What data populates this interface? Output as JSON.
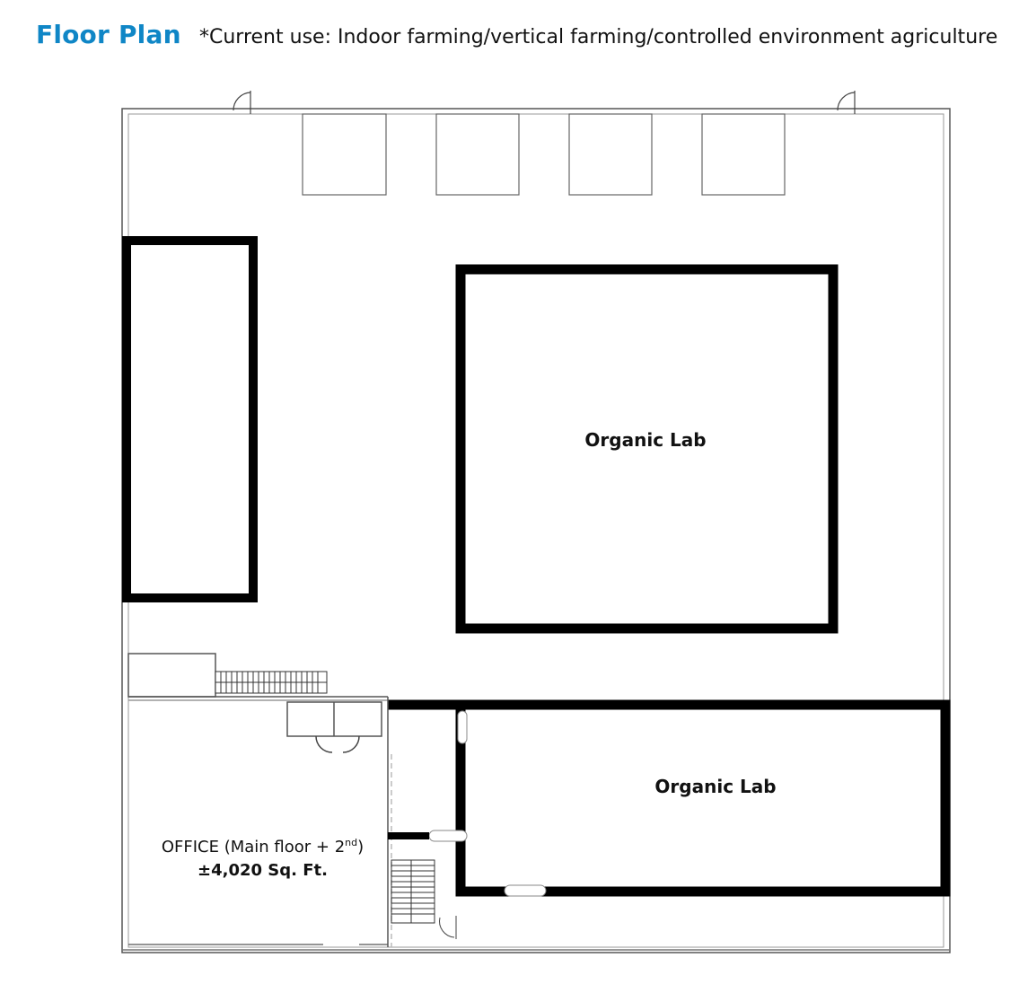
{
  "header": {
    "title": "Floor Plan",
    "subtitle": "*Current use: Indoor farming/vertical farming/controlled environment agriculture"
  },
  "rooms": {
    "lab_main": "Organic Lab",
    "lab_lower": "Organic Lab",
    "office_name": "OFFICE (Main floor + 2",
    "office_sup": "nd",
    "office_close": ")",
    "office_area": "±4,020 Sq. Ft."
  },
  "colors": {
    "accent": "#0f86c6",
    "wall": "#000000",
    "line": "#555555"
  }
}
